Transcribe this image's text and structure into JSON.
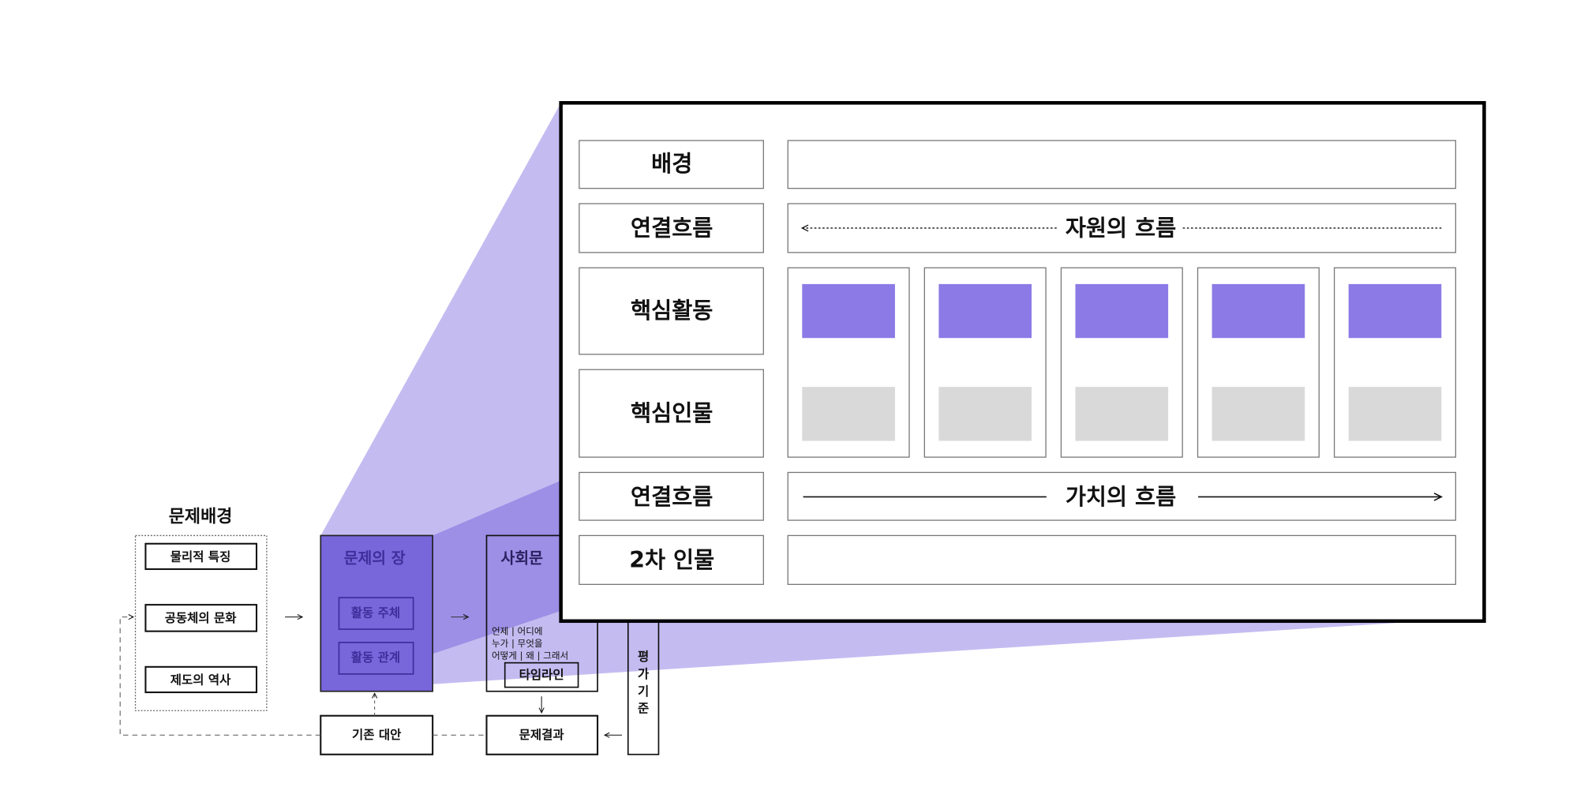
{
  "left_diagram": {
    "background_title": "문제배경",
    "background_items": [
      "물리적 특징",
      "공동체의 문화",
      "제도의 역사"
    ],
    "problem_field": {
      "title": "문제의 장",
      "items": [
        "활동 주체",
        "활동 관계"
      ]
    },
    "social_problem": {
      "title": "사회문",
      "lines": [
        "언제 | 어디에",
        "누가 | 무엇을",
        "어떻게 | 왜 | 그래서"
      ],
      "timeline": "타임라인"
    },
    "criteria": [
      "평",
      "가",
      "기",
      "준"
    ],
    "existing_alternative": "기존 대안",
    "problem_result": "문제결과"
  },
  "zoom_panel": {
    "rows": [
      "배경",
      "연결흐름",
      "핵심활동",
      "핵심인물",
      "연결흐름",
      "2차 인물"
    ],
    "resource_flow": "자원의 흐름",
    "value_flow": "가치의 흐름",
    "columns": 5
  },
  "colors": {
    "accent": "#8c7ae6",
    "light": "#c4bcf1",
    "mid": "#9d8ee6",
    "dark": "#7866db",
    "gray": "#d9d9d9"
  }
}
